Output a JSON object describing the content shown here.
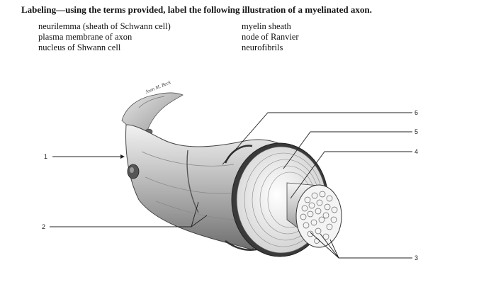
{
  "worksheet": {
    "heading": "Labeling—using the terms provided, label the following illustration of a myelinated axon.",
    "terms_left": [
      "neurilemma (sheath of Schwann cell)",
      "plasma membrane of axon",
      "nucleus of Shwann cell"
    ],
    "terms_right": [
      "myelin sheath",
      "node of Ranvier",
      "neurofibrils"
    ],
    "label_numbers": [
      "1",
      "2",
      "3",
      "4",
      "5",
      "6"
    ],
    "artist_signature": "Joan M. Beck"
  },
  "colors": {
    "ink": "#111111",
    "line": "#222222"
  }
}
